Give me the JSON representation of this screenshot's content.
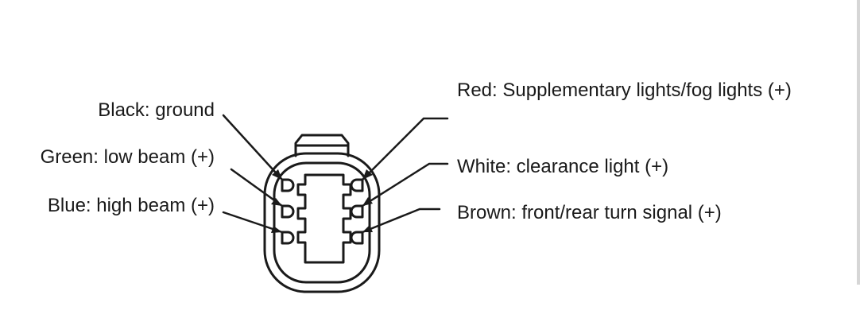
{
  "diagram": {
    "left_labels": {
      "black": "Black: ground",
      "green": "Green: low beam (+)",
      "blue": "Blue: high beam (+)"
    },
    "right_labels": {
      "red": "Red: Supplementary lights/fog lights (+)",
      "white": "White: clearance light (+)",
      "brown": "Brown: front/rear turn signal (+)"
    },
    "colors": {
      "ink": "#1a1a1a",
      "background": "#ffffff"
    }
  }
}
